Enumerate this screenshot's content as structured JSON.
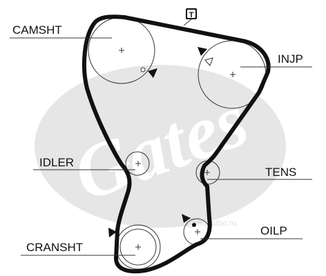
{
  "labels": {
    "camshaft": "CAMSHT",
    "injection_pump": "INJP",
    "idler": "IDLER",
    "tensioner": "TENS",
    "crankshaft": "CRANSHT",
    "oil_pump": "OILP"
  },
  "timing_marker": "T",
  "watermark": {
    "logo_text": "Gates",
    "brand_text": "autodoc.ru"
  },
  "colors": {
    "belt": "#111111",
    "watermark": "#e6e6e6",
    "line": "#333333"
  },
  "icons": {
    "timing_marker": "t-badge-icon",
    "rotation_arrow": "triangle-arrow-icon",
    "center": "crosshair-icon",
    "logo": "gates-logo-icon",
    "brand_logo": "autodoc-logo-icon"
  }
}
